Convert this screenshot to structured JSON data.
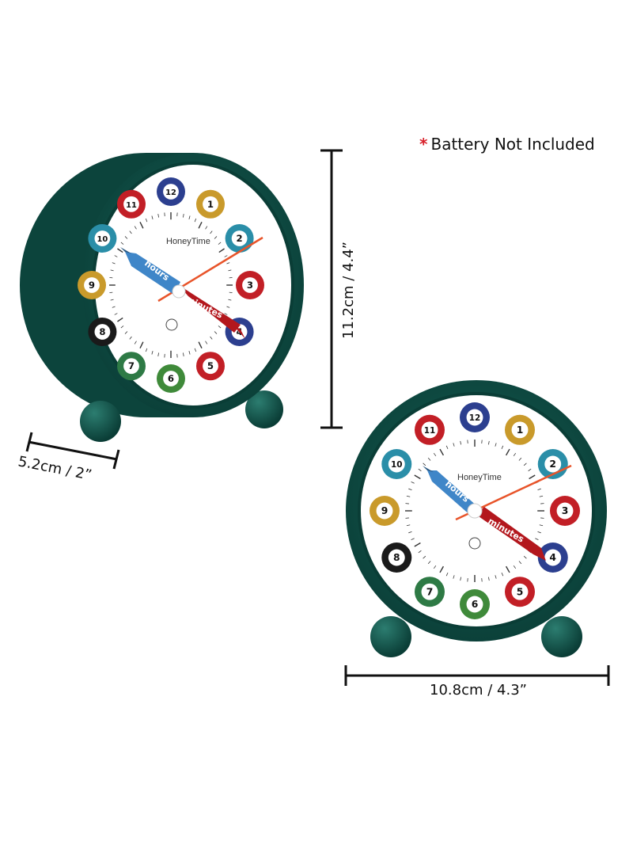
{
  "note": {
    "marker": "*",
    "text": "Battery Not Included"
  },
  "dimensions": {
    "height": "11.2cm / 4.4”",
    "depth": "5.2cm / 2”",
    "width": "10.8cm / 4.3”"
  },
  "clock": {
    "brand": "HoneyTime",
    "hour_hand_label": "hours",
    "minute_hand_label": "minutes",
    "numerals": [
      "12",
      "1",
      "2",
      "3",
      "4",
      "5",
      "6",
      "7",
      "8",
      "9",
      "10",
      "11"
    ],
    "colors": {
      "case": "#0d4b42",
      "face": "#ffffff",
      "second_hand": "#e8542a",
      "hour_hand": "#3f86c8",
      "minute_hand": "#b3171d"
    },
    "ball_colors": [
      "#2c3f8f",
      "#c99a2b",
      "#2a8ea8",
      "#c21f26",
      "#2c3f8f",
      "#c21f26",
      "#3f8a3a",
      "#2e7a45",
      "#1a1a1a",
      "#c99a2b",
      "#2a8ea8",
      "#c21f26"
    ]
  }
}
